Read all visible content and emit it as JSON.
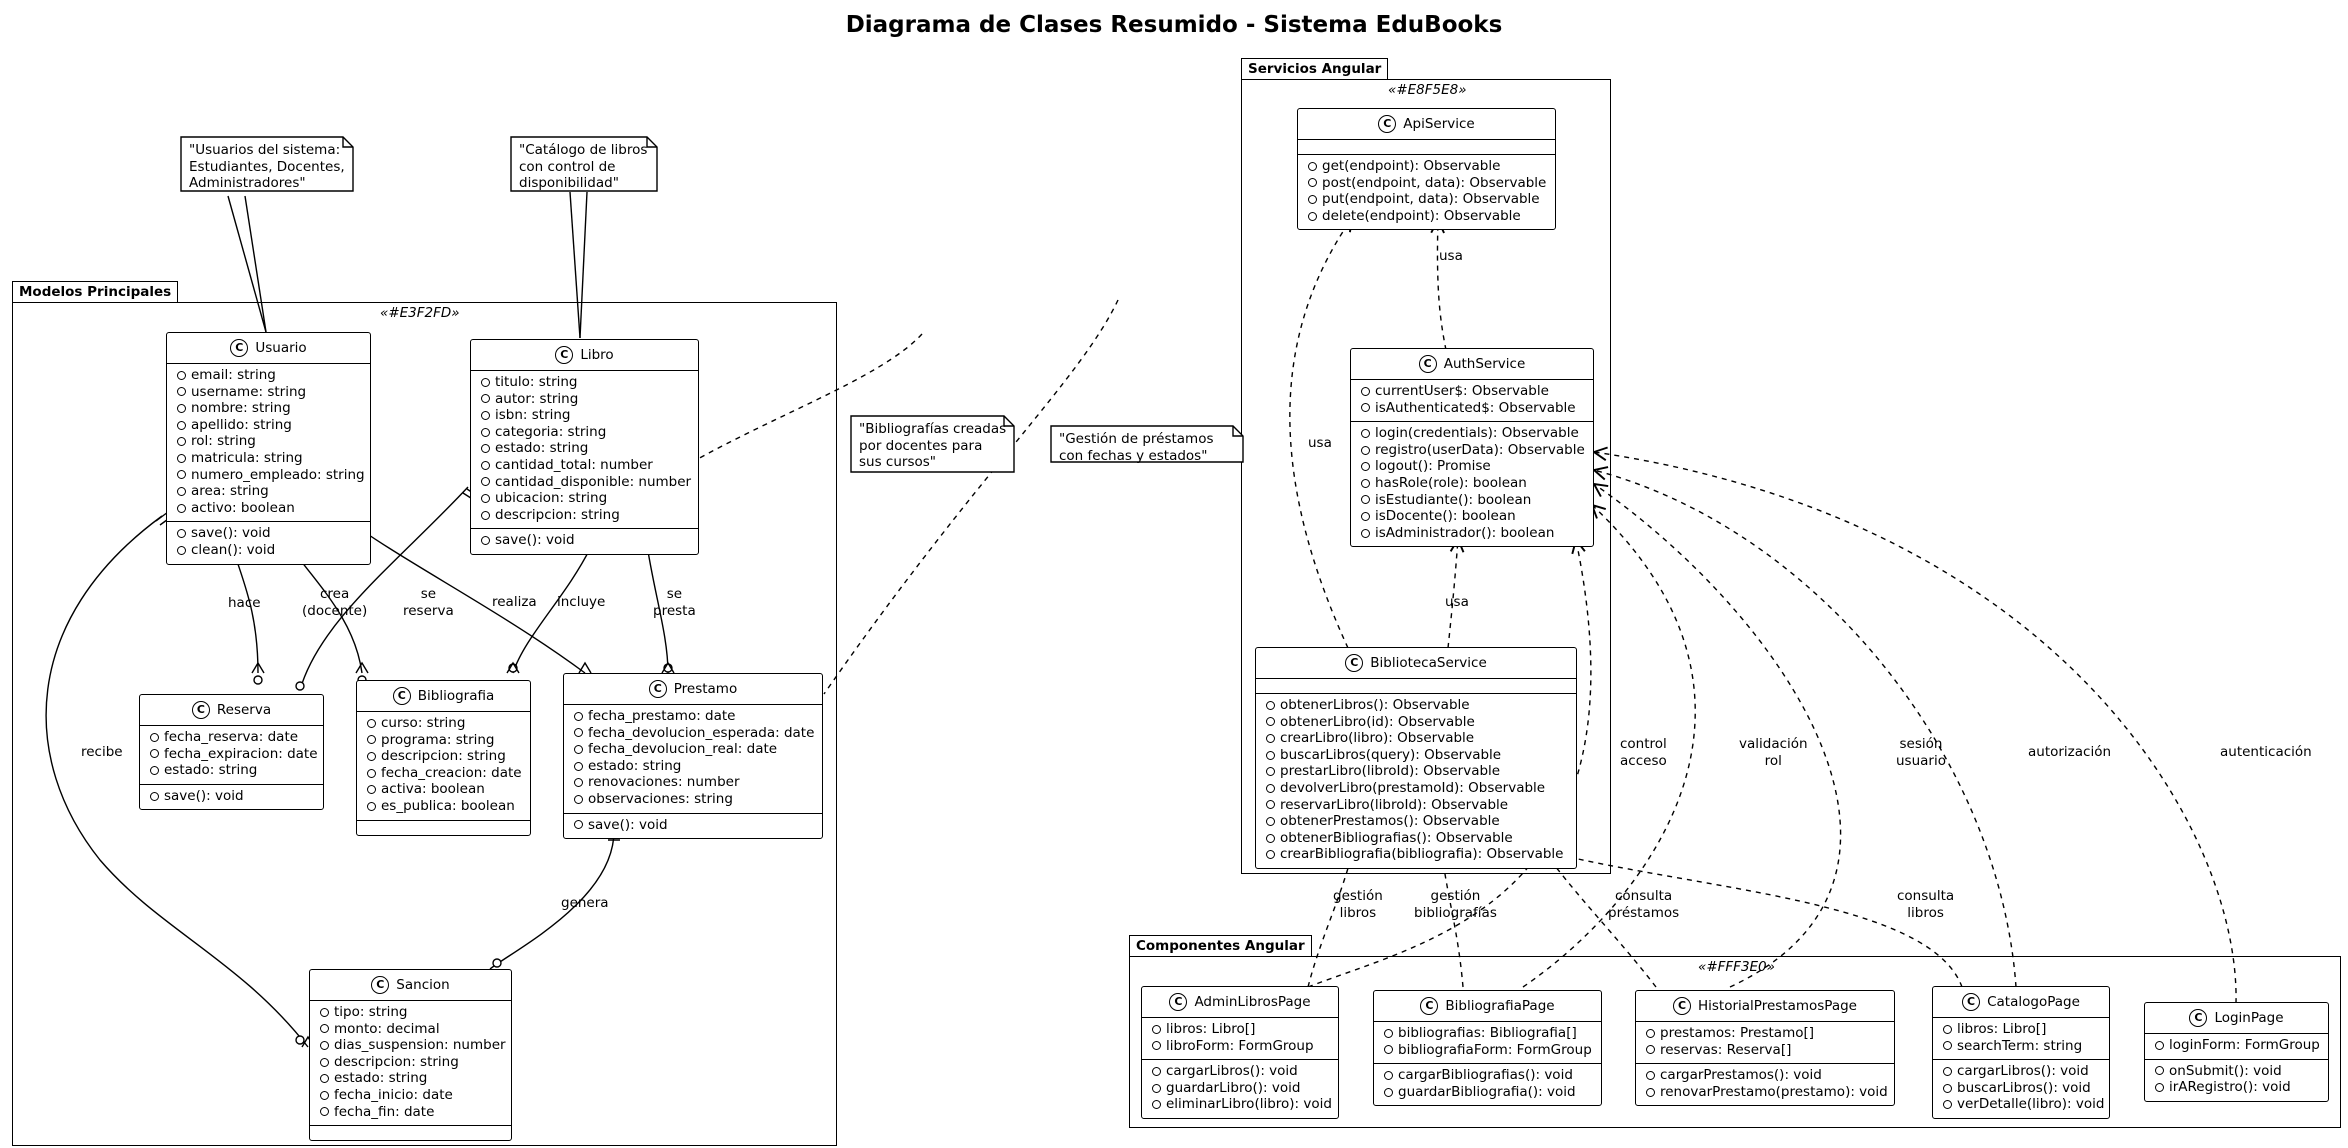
{
  "title": "Diagrama de Clases Resumido - Sistema EduBooks",
  "packages": {
    "modelos": {
      "name": "Modelos Principales",
      "stereotype": "«#E3F2FD»"
    },
    "servicios": {
      "name": "Servicios Angular",
      "stereotype": "«#E8F5E8»"
    },
    "componentes": {
      "name": "Componentes Angular",
      "stereotype": "«#FFF3E0»"
    }
  },
  "classes": {
    "usuario": {
      "name": "Usuario",
      "attrs": [
        "email: string",
        "username: string",
        "nombre: string",
        "apellido: string",
        "rol: string",
        "matricula: string",
        "numero_empleado: string",
        "area: string",
        "activo: boolean"
      ],
      "methods": [
        "save(): void",
        "clean(): void"
      ]
    },
    "libro": {
      "name": "Libro",
      "attrs": [
        "titulo: string",
        "autor: string",
        "isbn: string",
        "categoria: string",
        "estado: string",
        "cantidad_total: number",
        "cantidad_disponible: number",
        "ubicacion: string",
        "descripcion: string"
      ],
      "methods": [
        "save(): void"
      ]
    },
    "reserva": {
      "name": "Reserva",
      "attrs": [
        "fecha_reserva: date",
        "fecha_expiracion: date",
        "estado: string"
      ],
      "methods": [
        "save(): void"
      ]
    },
    "bibliografia": {
      "name": "Bibliografia",
      "attrs": [
        "curso: string",
        "programa: string",
        "descripcion: string",
        "fecha_creacion: date",
        "activa: boolean",
        "es_publica: boolean"
      ],
      "methods": []
    },
    "prestamo": {
      "name": "Prestamo",
      "attrs": [
        "fecha_prestamo: date",
        "fecha_devolucion_esperada: date",
        "fecha_devolucion_real: date",
        "estado: string",
        "renovaciones: number",
        "observaciones: string"
      ],
      "methods": [
        "save(): void"
      ]
    },
    "sancion": {
      "name": "Sancion",
      "attrs": [
        "tipo: string",
        "monto: decimal",
        "dias_suspension: number",
        "descripcion: string",
        "estado: string",
        "fecha_inicio: date",
        "fecha_fin: date"
      ],
      "methods": []
    },
    "apiservice": {
      "name": "ApiService",
      "attrs": [],
      "methods": [
        "get(endpoint): Observable",
        "post(endpoint, data): Observable",
        "put(endpoint, data): Observable",
        "delete(endpoint): Observable"
      ]
    },
    "authservice": {
      "name": "AuthService",
      "attrs": [
        "currentUser$: Observable",
        "isAuthenticated$: Observable"
      ],
      "methods": [
        "login(credentials): Observable",
        "registro(userData): Observable",
        "logout(): Promise",
        "hasRole(role): boolean",
        "isEstudiante(): boolean",
        "isDocente(): boolean",
        "isAdministrador(): boolean"
      ]
    },
    "bibliotecaservice": {
      "name": "BibliotecaService",
      "attrs": [],
      "methods": [
        "obtenerLibros(): Observable",
        "obtenerLibro(id): Observable",
        "crearLibro(libro): Observable",
        "buscarLibros(query): Observable",
        "prestarLibro(libroId): Observable",
        "devolverLibro(prestamoId): Observable",
        "reservarLibro(libroId): Observable",
        "obtenerPrestamos(): Observable",
        "obtenerBibliografias(): Observable",
        "crearBibliografia(bibliografia): Observable"
      ]
    },
    "adminlibrospage": {
      "name": "AdminLibrosPage",
      "attrs": [
        "libros: Libro[]",
        "libroForm: FormGroup"
      ],
      "methods": [
        "cargarLibros(): void",
        "guardarLibro(): void",
        "eliminarLibro(libro): void"
      ]
    },
    "bibliografiapage": {
      "name": "BibliografiaPage",
      "attrs": [
        "bibliografias: Bibliografia[]",
        "bibliografiaForm: FormGroup"
      ],
      "methods": [
        "cargarBibliografias(): void",
        "guardarBibliografia(): void"
      ]
    },
    "historialprestamospage": {
      "name": "HistorialPrestamosPage",
      "attrs": [
        "prestamos: Prestamo[]",
        "reservas: Reserva[]"
      ],
      "methods": [
        "cargarPrestamos(): void",
        "renovarPrestamo(prestamo): void"
      ]
    },
    "catalogopage": {
      "name": "CatalogoPage",
      "attrs": [
        "libros: Libro[]",
        "searchTerm: string"
      ],
      "methods": [
        "cargarLibros(): void",
        "buscarLibros(): void",
        "verDetalle(libro): void"
      ]
    },
    "loginpage": {
      "name": "LoginPage",
      "attrs": [
        "loginForm: FormGroup"
      ],
      "methods": [
        "onSubmit(): void",
        "irARegistro(): void"
      ]
    }
  },
  "notes": {
    "usuarios": "\"Usuarios del sistema:\nEstudiantes, Docentes,\nAdministradores\"",
    "catalogo": "\"Catálogo de libros\ncon control de\ndisponibilidad\"",
    "bibliografias": "\"Bibliografías creadas\npor docentes para\nsus cursos\"",
    "prestamos": "\"Gestión de préstamos\ncon fechas y estados\""
  },
  "relations": {
    "hace": "hace",
    "crea": "crea\n(docente)",
    "realiza": "realiza",
    "se_reserva": "se\nreserva",
    "incluye": "incluye",
    "se_presta": "se\npresta",
    "genera": "genera",
    "recibe": "recibe",
    "usa1": "usa",
    "usa2": "usa",
    "usa3": "usa",
    "control_acceso": "control\nacceso",
    "validacion_rol": "validación\nrol",
    "sesion_usuario": "sesión\nusuario",
    "autorizacion": "autorización",
    "autenticacion": "autenticación",
    "gestion_libros": "gestión\nlibros",
    "gestion_bibliografias": "gestión\nbibliografías",
    "consulta_prestamos": "consulta\npréstamos",
    "consulta_libros": "consulta\nlibros"
  }
}
